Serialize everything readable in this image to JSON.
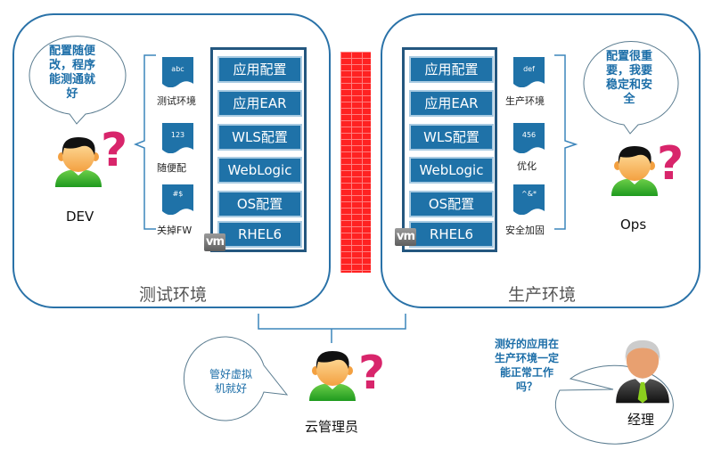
{
  "test_env": {
    "label": "测试环境",
    "stack": [
      "应用配置",
      "应用EAR",
      "WLS配置",
      "WebLogic",
      "OS配置",
      "RHEL6"
    ],
    "vm_badge": "vm",
    "docs": [
      {
        "code": "abc",
        "label": "测试环境"
      },
      {
        "code": "123",
        "label": "随便配"
      },
      {
        "code": "#$",
        "label": "关掉FW"
      }
    ],
    "person": {
      "label": "DEV",
      "bubble": "配置随便改，程序能测通就好"
    }
  },
  "prod_env": {
    "label": "生产环境",
    "stack": [
      "应用配置",
      "应用EAR",
      "WLS配置",
      "WebLogic",
      "OS配置",
      "RHEL6"
    ],
    "vm_badge": "vm",
    "docs": [
      {
        "code": "def",
        "label": "生产环境"
      },
      {
        "code": "456",
        "label": "优化"
      },
      {
        "code": "^&*",
        "label": "安全加固"
      }
    ],
    "person": {
      "label": "Ops",
      "bubble": "配置很重要，我要稳定和安全"
    }
  },
  "cloud_admin": {
    "label": "云管理员",
    "bubble": "管好虚拟机就好"
  },
  "manager": {
    "label": "经理",
    "bubble": "测好的应用在生产环境一定能正常工作吗？"
  },
  "question_mark": "?",
  "colors": {
    "panel_border": "#2a72a8",
    "stack_item": "#1f72a8",
    "wall": "#ff2222",
    "bubble_text": "#1c6ea8"
  }
}
